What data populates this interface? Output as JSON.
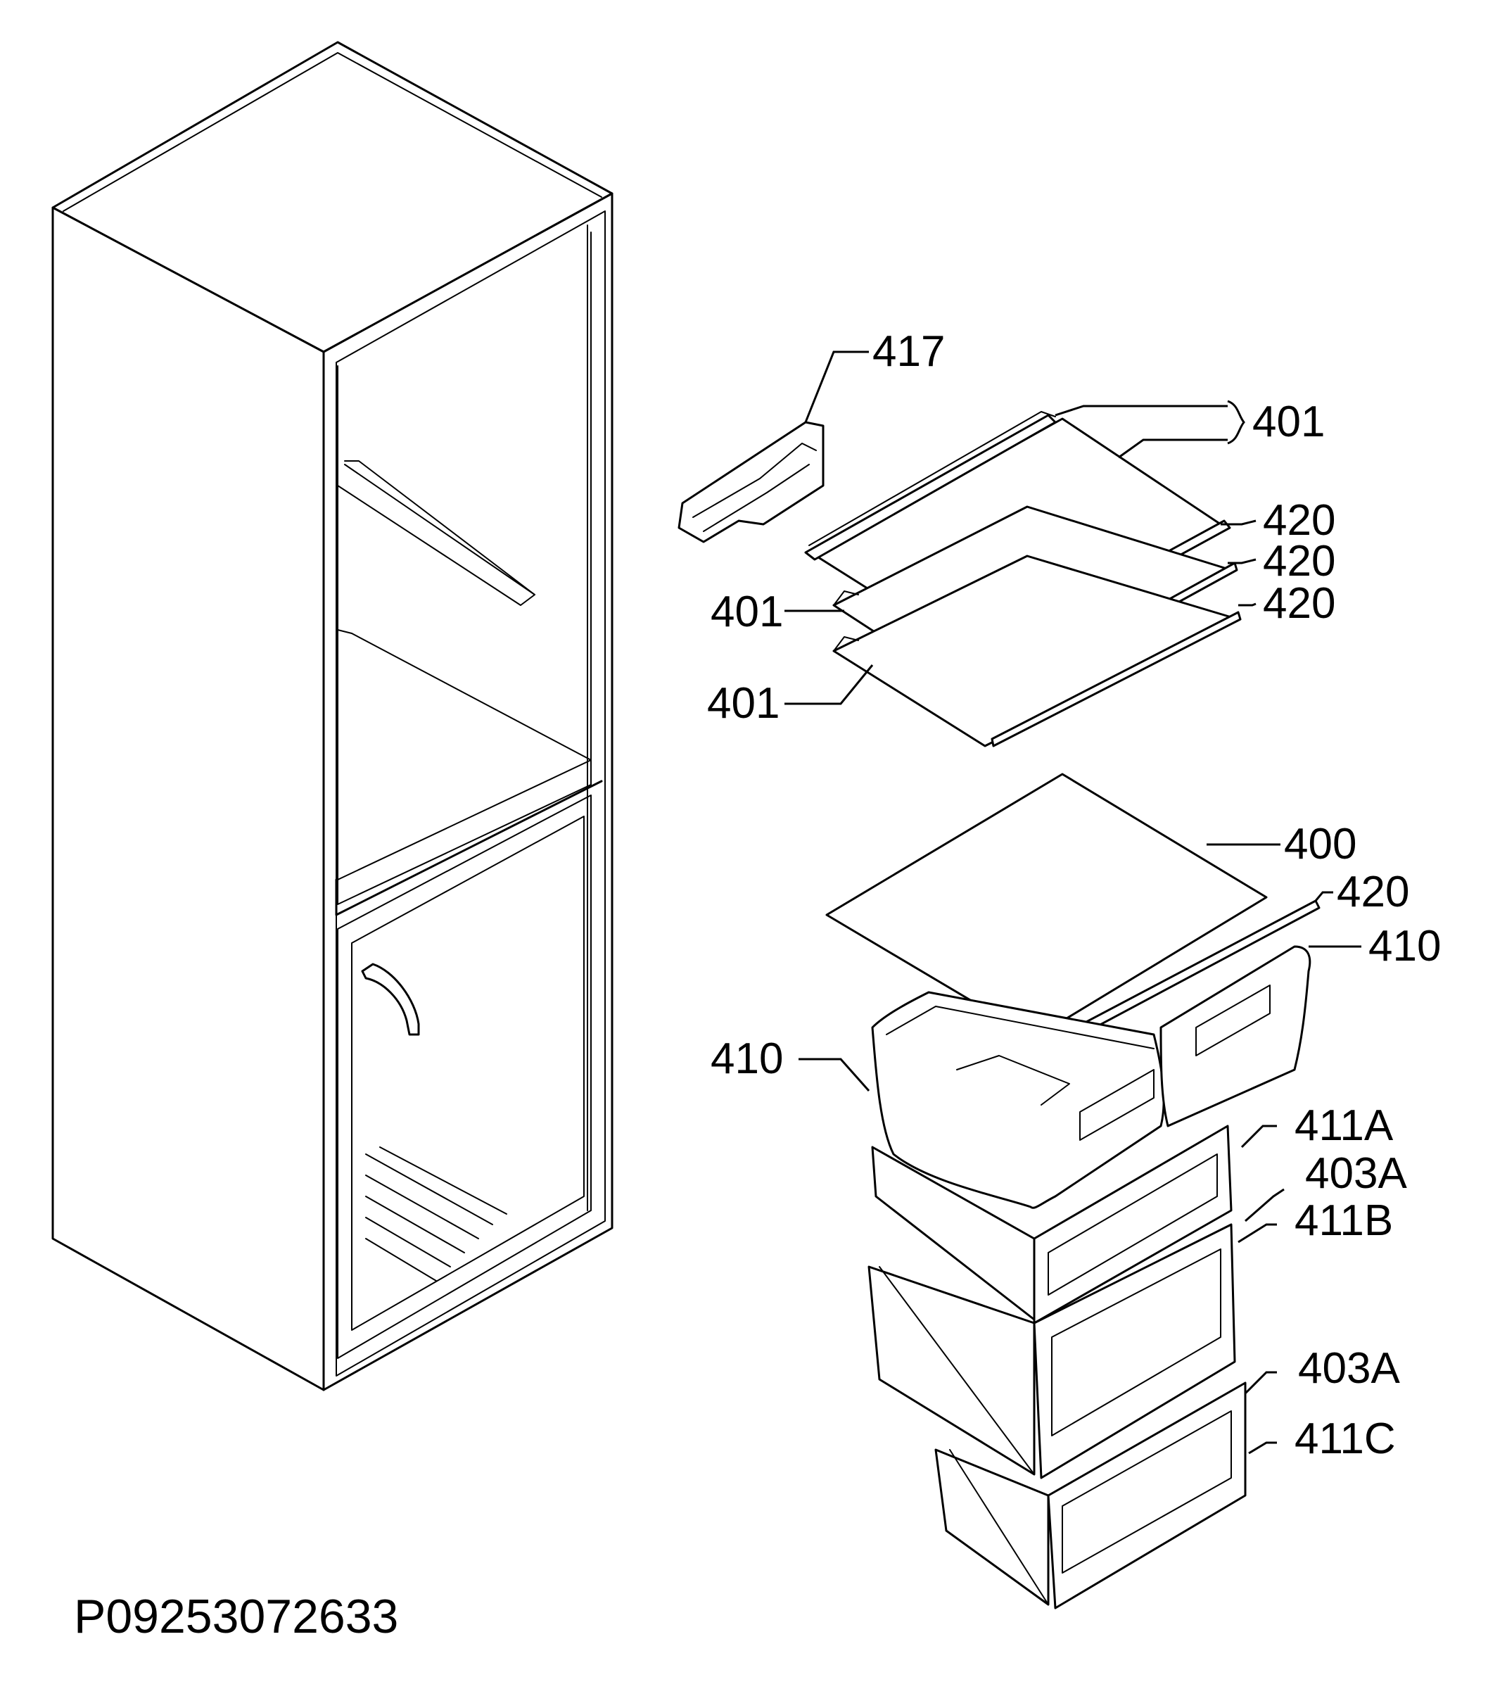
{
  "diagram": {
    "part_labels": {
      "p417": "417",
      "p401_top": "401",
      "p420_a": "420",
      "p420_b": "420",
      "p420_c": "420",
      "p401_mid": "401",
      "p401_low": "401",
      "p400": "400",
      "p420_d": "420",
      "p410_right": "410",
      "p410_left": "410",
      "p411A": "411A",
      "p403A_top": "403A",
      "p411B": "411B",
      "p403A_bottom": "403A",
      "p411C": "411C"
    },
    "document_id": "P09253072633"
  }
}
